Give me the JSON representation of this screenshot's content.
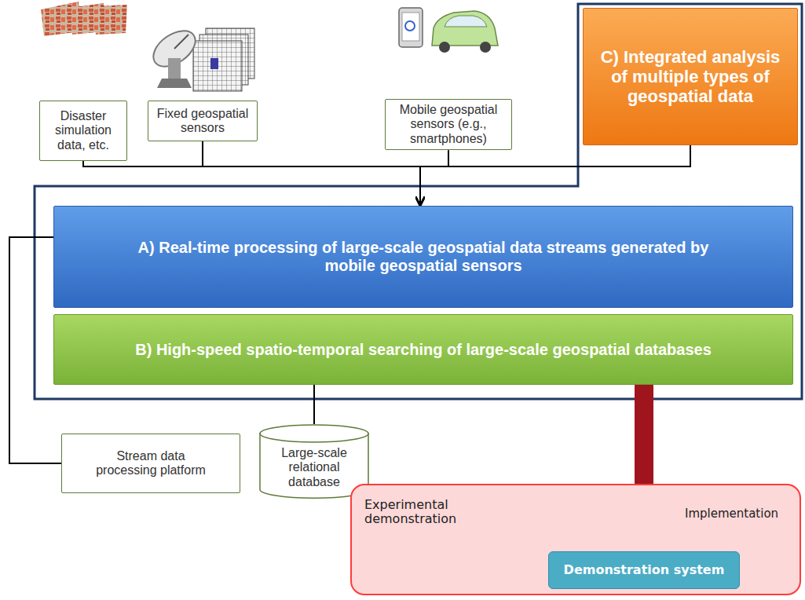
{
  "diagram": {
    "nodes": [
      {
        "text": [
          "Disaster simulation data, etc."
        ]
      },
      {
        "text": [
          "Fixed geospatial sensors"
        ]
      },
      {
        "text": [
          "Mobile geospatial sensors (e.g., smartphones)"
        ]
      },
      {
        "text": [
          "C) Integrated analysis of multiple types of geospatial data"
        ]
      },
      {
        "text": [
          "A) Real-time processing of large-scale geospatial data streams generated by mobile geospatial sensors"
        ]
      },
      {
        "text": [
          "B) High-speed spatio-temporal searching of large-scale geospatial databases"
        ]
      },
      {
        "text": [
          "Stream data processing platform"
        ]
      },
      {
        "text": [
          "Large-scale relational database"
        ]
      },
      {
        "text": [
          "Experimental demonstration"
        ]
      },
      {
        "text": [
          "Demonstration system"
        ],
        "in": 8
      }
    ],
    "edges": [
      {
        "from": 0,
        "to": 4,
        "arrow": "to"
      },
      {
        "from": 1,
        "to": 4,
        "arrow": "to"
      },
      {
        "from": 2,
        "to": 4,
        "arrow": "to"
      },
      {
        "from": 3,
        "to": 4,
        "arrow": "to"
      },
      {
        "from": 4,
        "to": 6,
        "arrow": "none"
      },
      {
        "from": 5,
        "to": 7,
        "arrow": "none"
      },
      {
        "from": 5,
        "to": 9,
        "arrow": "to",
        "label": "Implementation"
      }
    ]
  }
}
